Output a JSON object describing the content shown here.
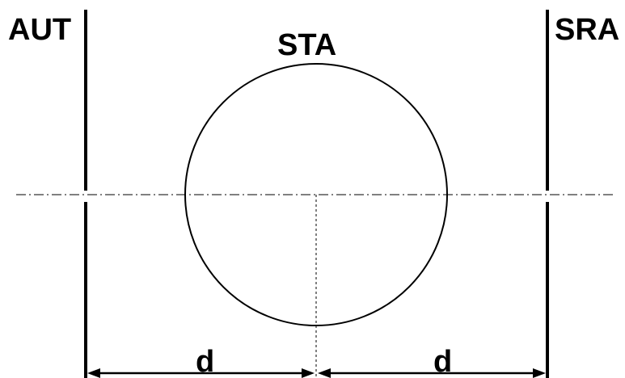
{
  "labels": {
    "left_line": "AUT",
    "right_line": "SRA",
    "circle": "STA",
    "distance_left": "d",
    "distance_right": "d"
  },
  "colors": {
    "stroke": "#000000",
    "background": "#ffffff"
  }
}
